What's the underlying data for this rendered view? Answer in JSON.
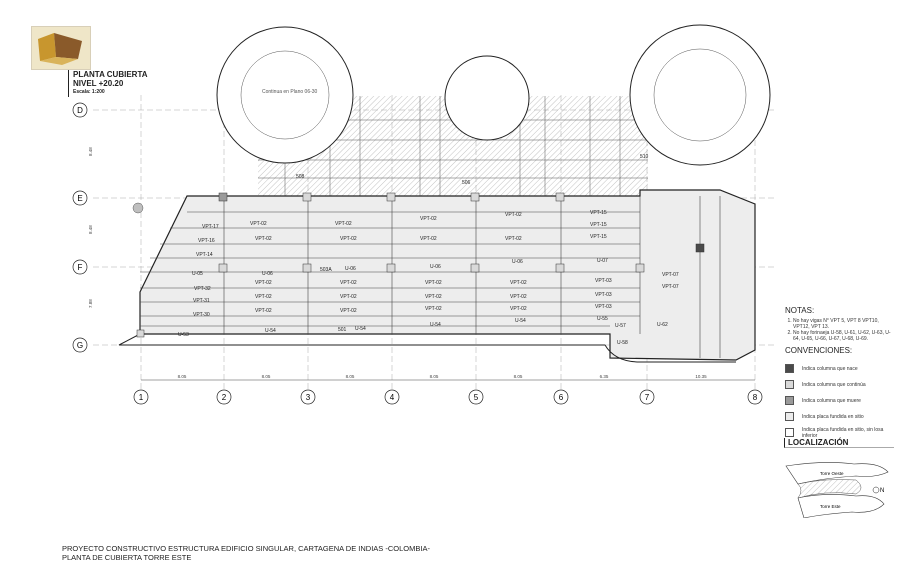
{
  "title": {
    "line1": "PLANTA CUBIERTA",
    "line2": "NIVEL +20.20",
    "scale": "Escala: 1:200"
  },
  "axes": {
    "rows": [
      "D",
      "E",
      "F",
      "G"
    ],
    "columns": [
      "1",
      "2",
      "3",
      "4",
      "5",
      "6",
      "7",
      "8"
    ],
    "spacings": [
      "8.05",
      "8.05",
      "8.05",
      "8.05",
      "8.05",
      "6.35",
      "10.35"
    ],
    "row_dims": [
      "8.48",
      "8.48",
      "7.88"
    ]
  },
  "beams": {
    "vpt02": "VPT-02",
    "vpt15": "VPT-15",
    "vpt17": "VPT-17",
    "vpt16": "VPT-16",
    "vpt14": "VPT-14",
    "vpt32": "VPT-32",
    "vpt31": "VPT-31",
    "vpt30": "VPT-30",
    "vpt03": "VPT-03",
    "vpt07": "VPT-07",
    "u05": "U-05",
    "u06": "U-06",
    "u07": "U-07",
    "u53": "U-53",
    "u54": "U-54",
    "u55": "U-55",
    "u57": "U-57",
    "u62": "U-62",
    "u58": "U-58",
    "b503a": "503A",
    "b501": "501",
    "b506": "506",
    "b508": "508",
    "b510": "510"
  },
  "plan_note": "Continua en Plano 06-30",
  "notes": {
    "title": "NOTAS:",
    "items": [
      "No hay vigas N° VPT 5, VPT 8 VPT10, VPT12, VPT 13.",
      "No hay forinaeja U-58, U-61, U-62, U-63, U-64, U-65, U-66, U-67, U-68, U-69."
    ]
  },
  "conventions": {
    "title": "CONVENCIONES:",
    "items": [
      {
        "label": "Indica columna que nace",
        "color": "#4a4a4a"
      },
      {
        "label": "Indica columna que continúa",
        "color": "#d9d9d9"
      },
      {
        "label": "Indica columna que muere",
        "color": "#9a9a9a"
      },
      {
        "label": "Indica placa fundida en sitio",
        "color": "#ececec"
      },
      {
        "label": "Indica placa fundida en sitio, sin losa inferior",
        "color": "#ffffff"
      }
    ]
  },
  "location": {
    "title": "LOCALIZACIÓN",
    "tower_west": "Torre Oeste",
    "tower_east": "Torre Este",
    "north": "N"
  },
  "footer": {
    "line1": "PROYECTO CONSTRUCTIVO ESTRUCTURA EDIFICIO SINGULAR, CARTAGENA DE INDIAS -COLOMBIA-",
    "line2": "PLANTA DE CUBIERTA TORRE ESTE"
  }
}
